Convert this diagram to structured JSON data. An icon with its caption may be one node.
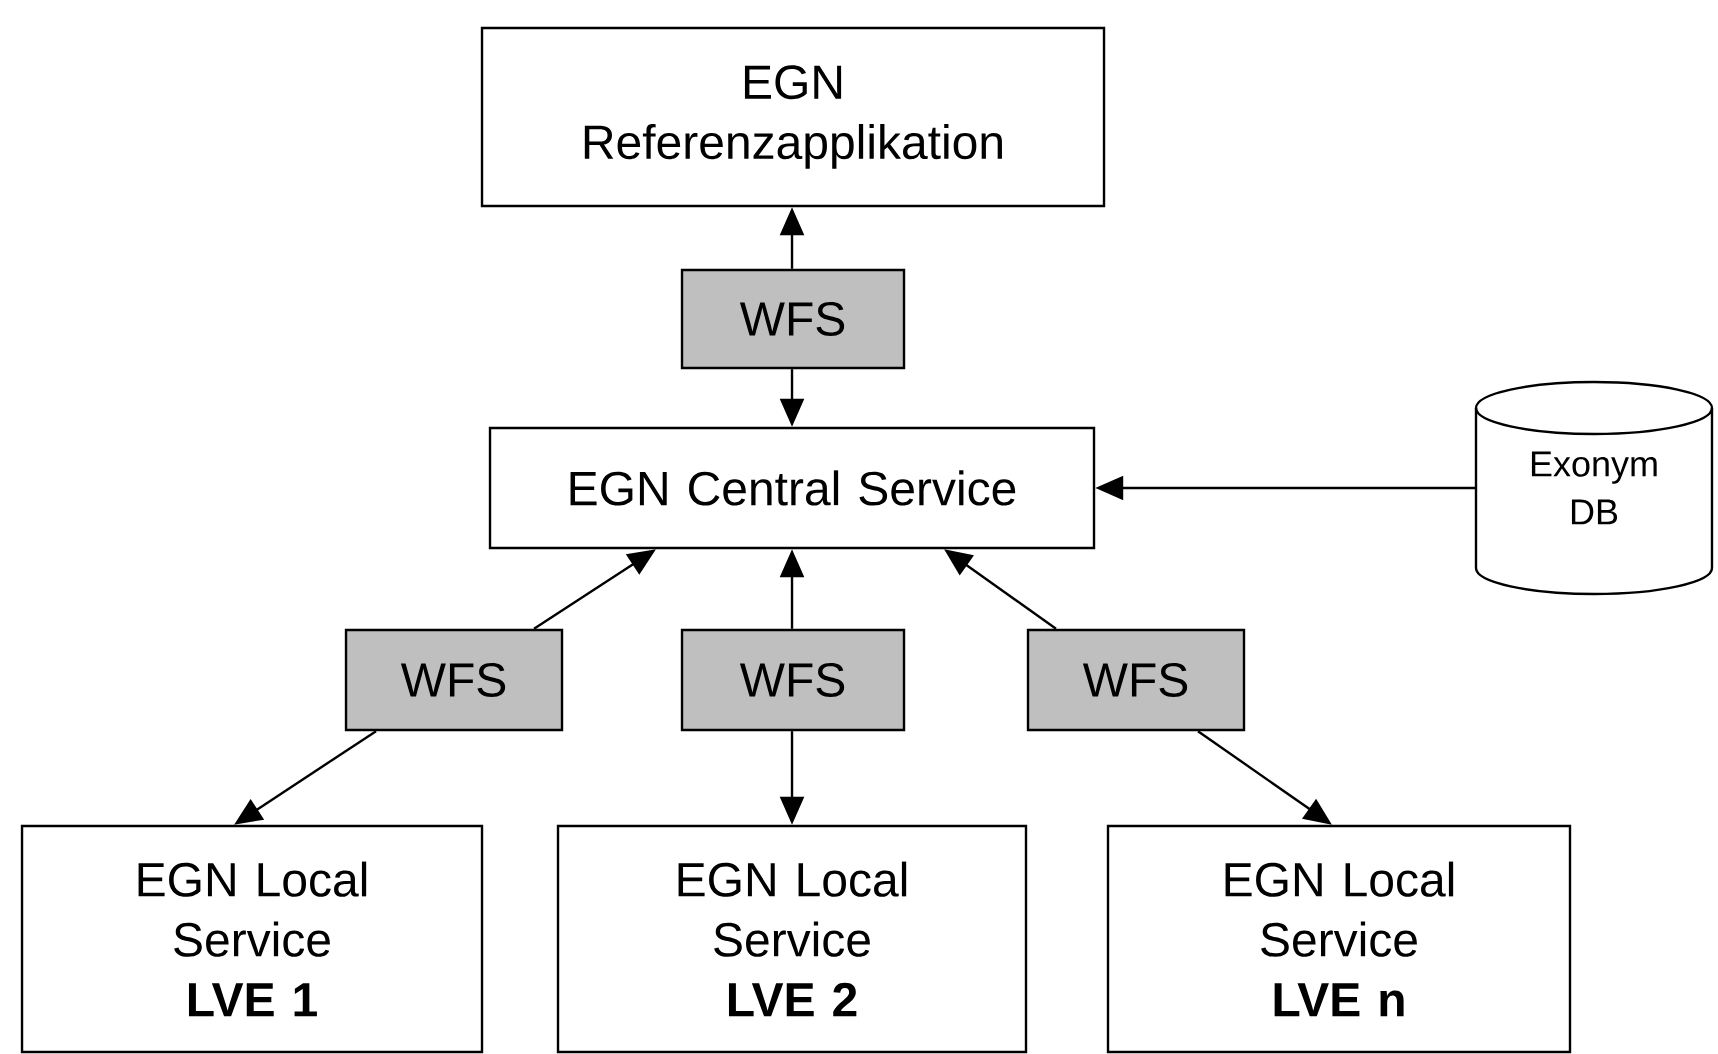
{
  "diagram": {
    "nodes": [
      {
        "text": [
          "EGN Referenzapplikation"
        ]
      },
      {
        "text": [
          "WFS"
        ]
      },
      {
        "text": [
          "EGN Central Service"
        ]
      },
      {
        "text": [
          "Exonym DB"
        ]
      },
      {
        "text": [
          "WFS"
        ]
      },
      {
        "text": [
          "WFS"
        ]
      },
      {
        "text": [
          "WFS"
        ]
      },
      {
        "text": [
          "EGN Local Service",
          "LVE 1"
        ]
      },
      {
        "text": [
          "EGN Local Service",
          "LVE 2"
        ]
      },
      {
        "text": [
          "EGN Local Service",
          "LVE n"
        ]
      }
    ],
    "edges": [
      {
        "from": 1,
        "to": 0,
        "arrow": "to"
      },
      {
        "from": 1,
        "to": 2,
        "arrow": "to"
      },
      {
        "from": 3,
        "to": 2,
        "arrow": "to"
      },
      {
        "from": 4,
        "to": 2,
        "arrow": "to"
      },
      {
        "from": 4,
        "to": 7,
        "arrow": "to"
      },
      {
        "from": 5,
        "to": 2,
        "arrow": "to"
      },
      {
        "from": 5,
        "to": 8,
        "arrow": "to"
      },
      {
        "from": 6,
        "to": 2,
        "arrow": "to"
      },
      {
        "from": 6,
        "to": 9,
        "arrow": "to"
      }
    ]
  }
}
